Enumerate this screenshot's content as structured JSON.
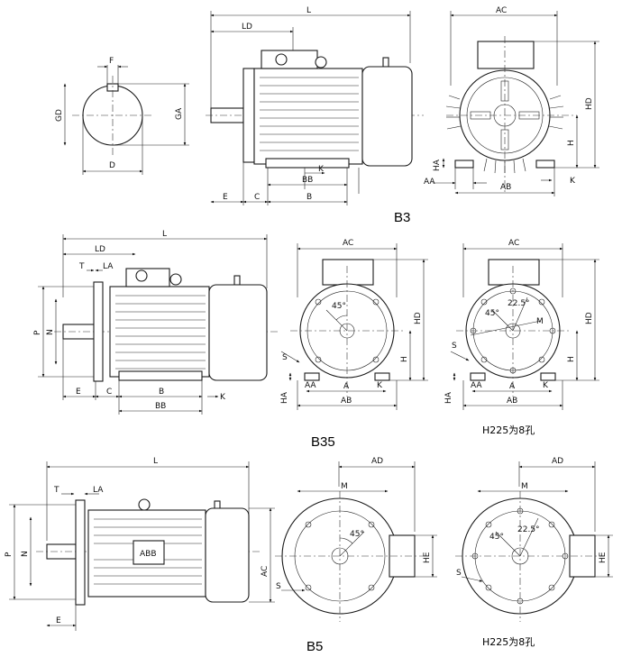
{
  "captions": {
    "b3": "B3",
    "b35": "B35",
    "b5": "B5",
    "holes_b35": "H225为8孔",
    "holes_b5": "H225为8孔"
  },
  "labels": {
    "L": "L",
    "LD": "LD",
    "F": "F",
    "GD": "GD",
    "GA": "GA",
    "D": "D",
    "E": "E",
    "C": "C",
    "B": "B",
    "BB": "BB",
    "K": "K",
    "AC": "AC",
    "HD": "HD",
    "H": "H",
    "HA": "HA",
    "AA": "AA",
    "AB": "AB",
    "T": "T",
    "LA": "LA",
    "P": "P",
    "N": "N",
    "A": "A",
    "S": "S",
    "M": "M",
    "AD": "AD",
    "HE": "HE",
    "deg45": "45°",
    "deg225": "22.5°",
    "logo": "ABB"
  }
}
